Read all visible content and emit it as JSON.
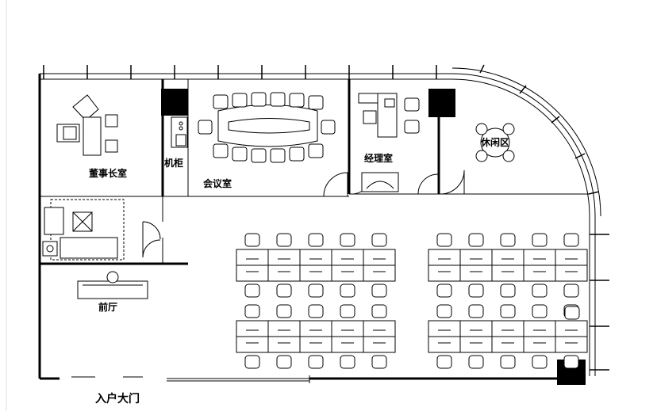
{
  "labels": {
    "chairman_office": "董事长室",
    "server_cabinet": "机柜",
    "meeting_room": "会议室",
    "manager_office": "经理室",
    "lounge_area": "休闲区",
    "front_hall": "前厅",
    "main_entrance": "入户大门"
  },
  "colors": {
    "line": "#000000",
    "background": "#ffffff",
    "fill": "#000000"
  }
}
